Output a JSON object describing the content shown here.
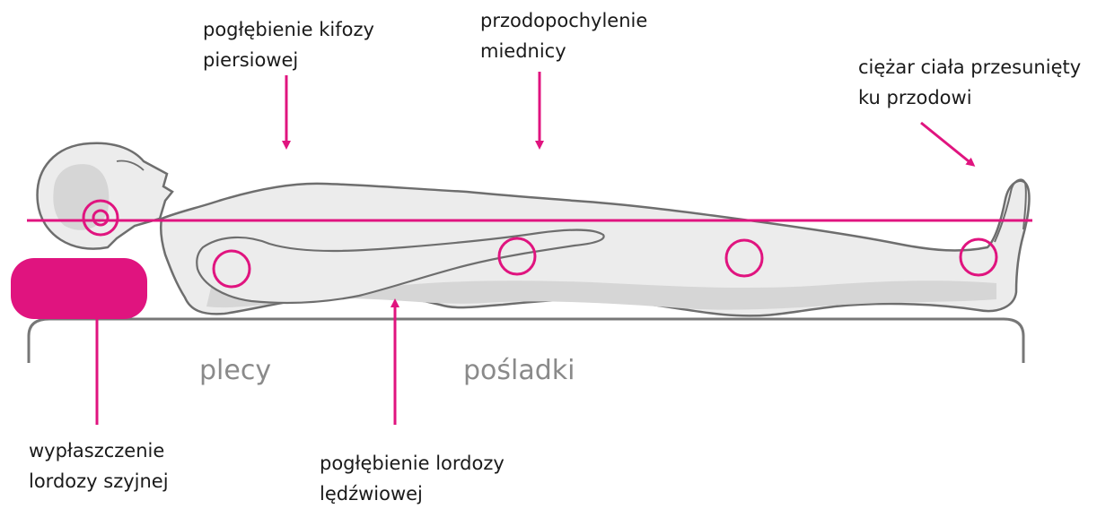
{
  "annotations": {
    "thoracic": {
      "line1": "pogłębienie kifozy",
      "line2": "piersiowej"
    },
    "pelvis": {
      "line1": "przodopochylenie",
      "line2": "miednicy"
    },
    "weight": {
      "line1": "ciężar ciała przesunięty",
      "line2": "ku przodowi"
    },
    "cervical": {
      "line1": "wypłaszczenie",
      "line2": "lordozy szyjnej"
    },
    "lumbar": {
      "line1": "pogłębienie lordozy",
      "line2": "lędźwiowej"
    }
  },
  "regions": {
    "back": "plecy",
    "buttocks": "pośladki"
  },
  "colors": {
    "accent": "#e0147f",
    "body_fill": "#ececec",
    "body_shadow": "#cfcfcf",
    "outline": "#6e6e6e",
    "region_text": "#8a8a8a",
    "label_text": "#1a1a1a"
  },
  "icons": [
    "arrow-down-icon",
    "arrow-up-icon",
    "arrow-diagonal-icon",
    "joint-circle-icon"
  ]
}
